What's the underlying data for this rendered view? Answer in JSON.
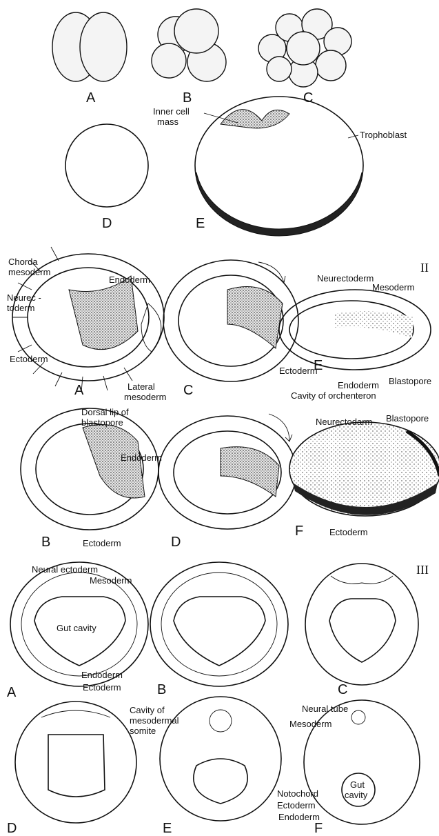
{
  "section1": {
    "letters": [
      "A",
      "B",
      "C",
      "D",
      "E"
    ],
    "labels": {
      "inner_cell_mass_1": "Inner cell",
      "inner_cell_mass_2": "mass",
      "trophoblast": "Trophoblast"
    }
  },
  "section2": {
    "roman": "II",
    "letters": [
      "A",
      "B",
      "C",
      "D",
      "E",
      "F"
    ],
    "labels": {
      "chorda_1": "Chorda",
      "chorda_2": "mesoderm",
      "endoderm_a": "Endoderm",
      "neurec_1": "Neurec -",
      "neurec_2": "toderm",
      "ectoderm_a": "Ectoderm",
      "lateral_1": "Lateral",
      "lateral_2": "mesoderm",
      "dorsal_1": "Dorsal lip of",
      "dorsal_2": "blastopore",
      "endoderm_b": "Endoderm",
      "ectoderm_b": "Ectoderm",
      "neurectoderm_e": "Neurectoderm",
      "mesoderm_e": "Mesoderm",
      "ectoderm_e": "Ectoderm",
      "endoderm_e": "Endoderm",
      "blastopore_e": "Blastopore",
      "cavity_e": "Cavity of orchenteron",
      "neurectoderm_f": "Neurectodarm",
      "blastopore_f": "Blastopore",
      "ectoderm_f": "Ectoderm"
    }
  },
  "section3": {
    "roman": "III",
    "letters": [
      "A",
      "B",
      "C",
      "D",
      "E",
      "F"
    ],
    "labels": {
      "neural_ectoderm": "Neural ectoderm",
      "mesoderm_a": "Mesoderm",
      "gut_cavity_a": "Gut cavity",
      "endoderm_a": "Endoderm",
      "ectoderm_a": "Ectoderm",
      "cavity_somite_1": "Cavity of",
      "cavity_somite_2": "mesodermal",
      "cavity_somite_3": "somite",
      "neural_tube": "Neural tube",
      "mesoderm_f": "Mesoderm",
      "gut_1": "Gut",
      "gut_2": "cavity",
      "notochord": "Notochord",
      "ectoderm_f": "Ectoderm",
      "endoderm_f": "Endoderm"
    }
  }
}
